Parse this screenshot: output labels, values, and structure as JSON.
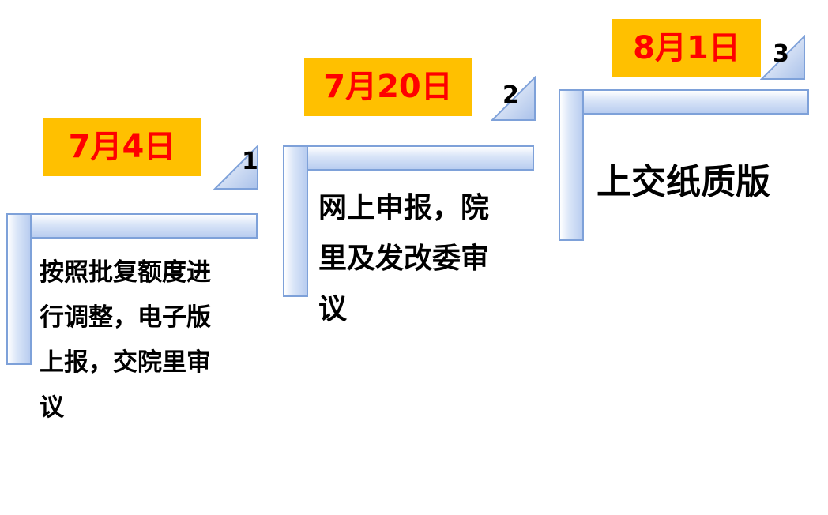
{
  "steps": [
    {
      "number": "1",
      "date": "7月4日",
      "description": "按照批复额度进\n行调整，电子版\n上报，交院里审\n议"
    },
    {
      "number": "2",
      "date": "7月20日",
      "description": "网上申报，院\n里及发改委审\n议"
    },
    {
      "number": "3",
      "date": "8月1日",
      "description": "上交纸质版"
    }
  ],
  "colors": {
    "date_bg": "#ffc000",
    "date_text": "#ff0000",
    "bar_border": "#7ea1d9"
  }
}
